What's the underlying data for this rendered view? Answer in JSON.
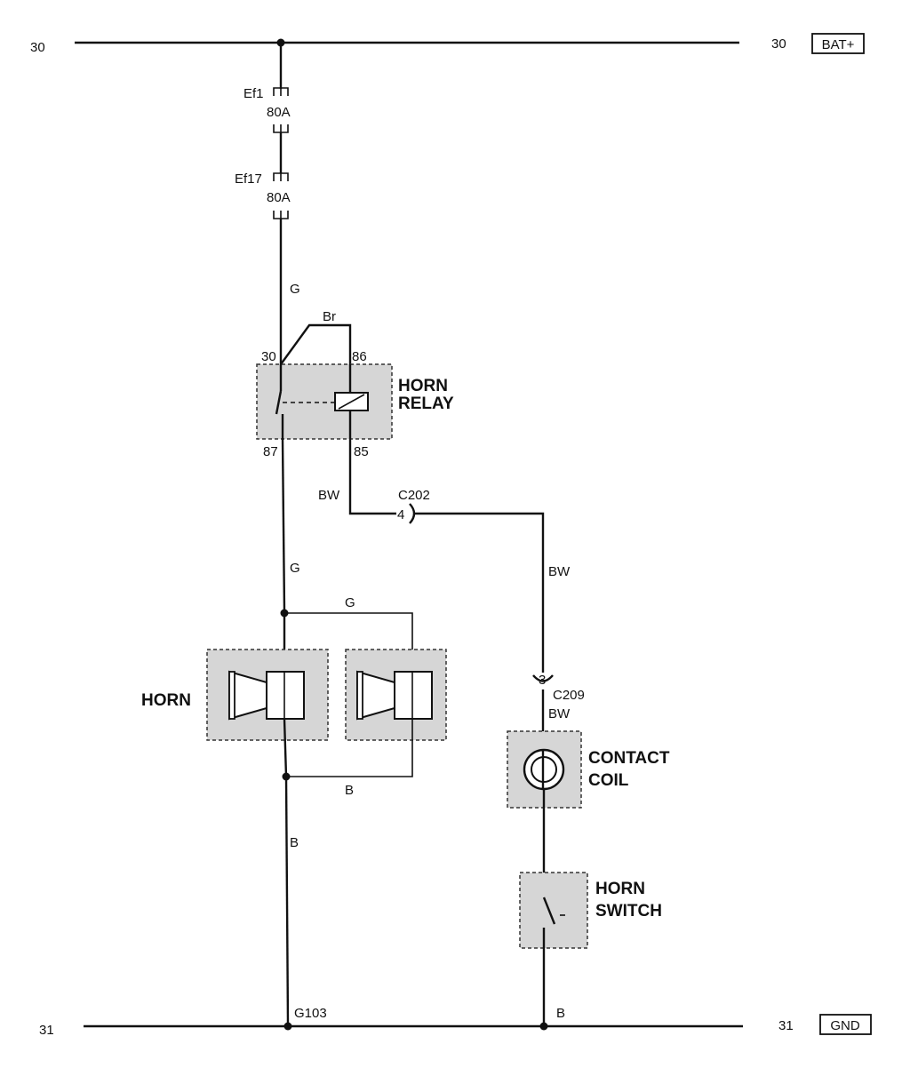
{
  "rails": {
    "top": {
      "left_id": "30",
      "right_id": "30",
      "badge": "BAT+"
    },
    "bottom": {
      "left_id": "31",
      "right_id": "31",
      "badge": "GND"
    }
  },
  "fuses": [
    {
      "name": "Ef1",
      "rating": "80A"
    },
    {
      "name": "Ef17",
      "rating": "80A"
    }
  ],
  "wire_colors": {
    "feed": "G",
    "relay_coil_feed": "Br",
    "relay_to_horn": "G",
    "horn_bridge": "G",
    "horn_return": "B",
    "horn_ground": "B",
    "relay_85_wire": "BW",
    "c202_to_c209": "BW",
    "c209_to_coil": "BW",
    "switch_ground": "B"
  },
  "relay": {
    "title_line1": "HORN",
    "title_line2": "RELAY",
    "pin_30": "30",
    "pin_86": "86",
    "pin_87": "87",
    "pin_85": "85"
  },
  "connectors": {
    "c202": {
      "name": "C202",
      "pin": "4"
    },
    "c209": {
      "name": "C209",
      "pin": "3"
    }
  },
  "horn": {
    "label": "HORN"
  },
  "contact_coil": {
    "line1": "CONTACT",
    "line2": "COIL"
  },
  "horn_switch": {
    "line1": "HORN",
    "line2": "SWITCH"
  },
  "ground": {
    "name": "G103"
  }
}
